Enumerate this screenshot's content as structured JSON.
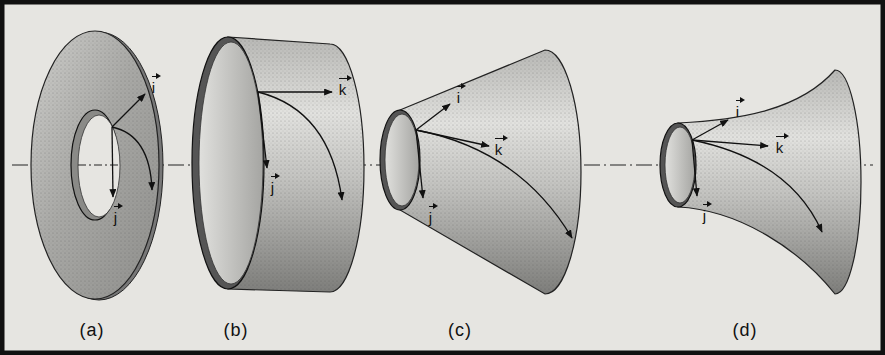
{
  "diagram": {
    "labels": [
      "i",
      "j",
      "k",
      "j",
      "i",
      "k",
      "j",
      "i",
      "k",
      "j",
      "(a)",
      "(b)",
      "(c)",
      "(d)"
    ]
  }
}
